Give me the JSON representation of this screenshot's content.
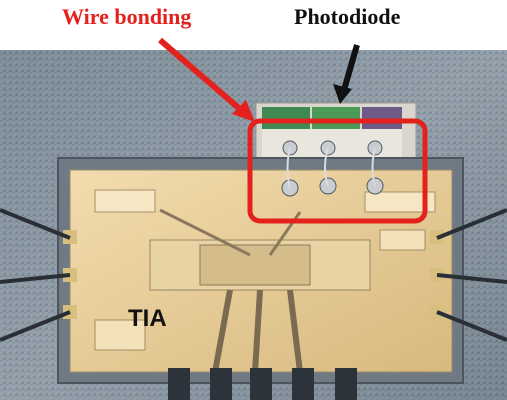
{
  "labels": {
    "wire_bonding": "Wire bonding",
    "photodiode": "Photodiode",
    "chip": "TIA"
  },
  "colors": {
    "wire_bonding_label": "#e3221d",
    "photodiode_label": "#111111",
    "highlight_box": "#e3221d",
    "chip_gold": "#e3c892",
    "substrate": "#8a97a3"
  }
}
